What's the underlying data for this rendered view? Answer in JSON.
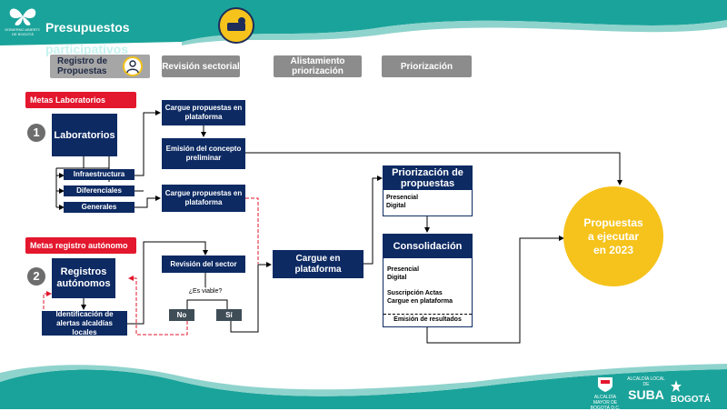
{
  "header": {
    "logo_text": "GOBIERNO ABIERTO",
    "logo_subtext": "DE BOGOTÁ",
    "title_part1": "Presupuestos ",
    "title_part2": "participativos",
    "coin_icon": "hand-coin-icon"
  },
  "stages": [
    {
      "label": "Registro de Propuestas",
      "icon": "person-icon"
    },
    {
      "label": "Revisión sectorial"
    },
    {
      "label": "Alistamiento priorización"
    },
    {
      "label": "Priorización"
    }
  ],
  "labs": {
    "tag": "Metas Laboratorios",
    "number": "1",
    "main_box": "Laboratorios",
    "items": [
      "Infraestructura",
      "Diferenciales",
      "Generales"
    ],
    "cargue_1": "Cargue propuestas en plataforma",
    "emision": "Emisión del concepto preliminar",
    "cargue_2": "Cargue propuestas en plataforma"
  },
  "auto": {
    "tag": "Metas registro autónomo",
    "number": "2",
    "main_box": "Registros autónomos",
    "identificacion": "Identificación de alertas alcaldías locales",
    "revision": "Revisión del sector",
    "question": "¿Es viable?",
    "no": "No",
    "si": "Sí"
  },
  "center": {
    "cargue": "Cargue en plataforma"
  },
  "prior": {
    "title": "Priorización de propuestas",
    "line1": "Presencial",
    "line2": "Digital"
  },
  "consol": {
    "title": "Consolidación",
    "line1": "Presencial",
    "line2": "Digital",
    "line3": "Suscripción Actas",
    "line4": "Cargue en plataforma",
    "emision": "Emisión de resultados"
  },
  "result": {
    "text": "Propuestas a ejecutar en 2023"
  },
  "footer": {
    "alcaldia_small": "ALCALDÍA MAYOR DE BOGOTÁ D.C.",
    "alcaldia_local": "ALCALDÍA LOCAL DE",
    "suba": "SUBA",
    "bogota": "BOGOTÁ"
  },
  "colors": {
    "teal": "#1aa39a",
    "navy": "#0d2a63",
    "red": "#e3172d",
    "yellow": "#f6c31c",
    "gray": "#8c8c8c"
  }
}
